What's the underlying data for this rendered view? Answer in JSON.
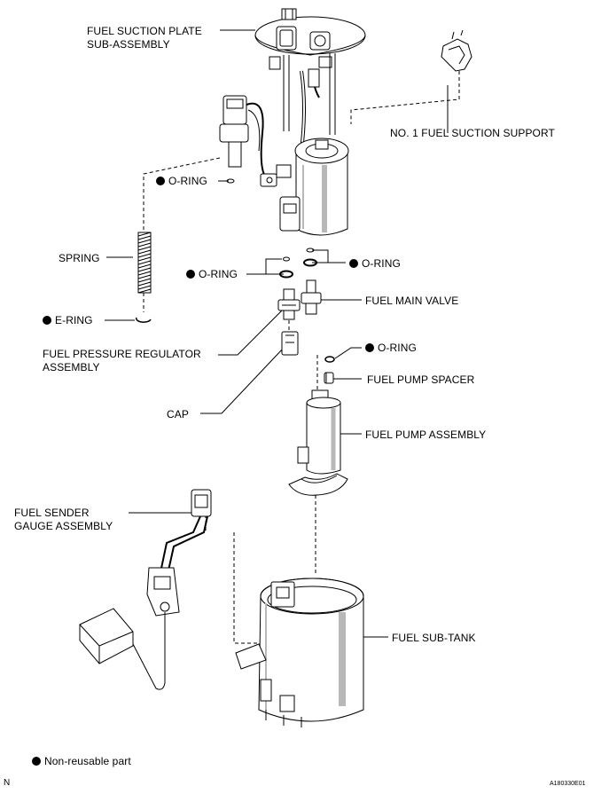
{
  "labels": {
    "fuel_suction_plate": "FUEL SUCTION PLATE\nSUB-ASSEMBLY",
    "no1_fuel_suction_support": "NO. 1 FUEL SUCTION SUPPORT",
    "o_ring_top": "O-RING",
    "spring": "SPRING",
    "o_ring_left": "O-RING",
    "o_ring_right": "O-RING",
    "fuel_main_valve": "FUEL MAIN VALVE",
    "e_ring": "E-RING",
    "fuel_pressure_regulator": "FUEL PRESSURE REGULATOR\nASSEMBLY",
    "o_ring_pump": "O-RING",
    "fuel_pump_spacer": "FUEL PUMP SPACER",
    "cap": "CAP",
    "fuel_pump_assembly": "FUEL PUMP ASSEMBLY",
    "fuel_sender_gauge": "FUEL SENDER\nGAUGE ASSEMBLY",
    "fuel_sub_tank": "FUEL SUB-TANK"
  },
  "legend": {
    "text": "Non-reusable part"
  },
  "footer": {
    "corner_letter": "N",
    "figure_id": "A180330E01"
  },
  "colors": {
    "ink": "#000000",
    "paper": "#ffffff",
    "shade": "#b8b8b8"
  }
}
